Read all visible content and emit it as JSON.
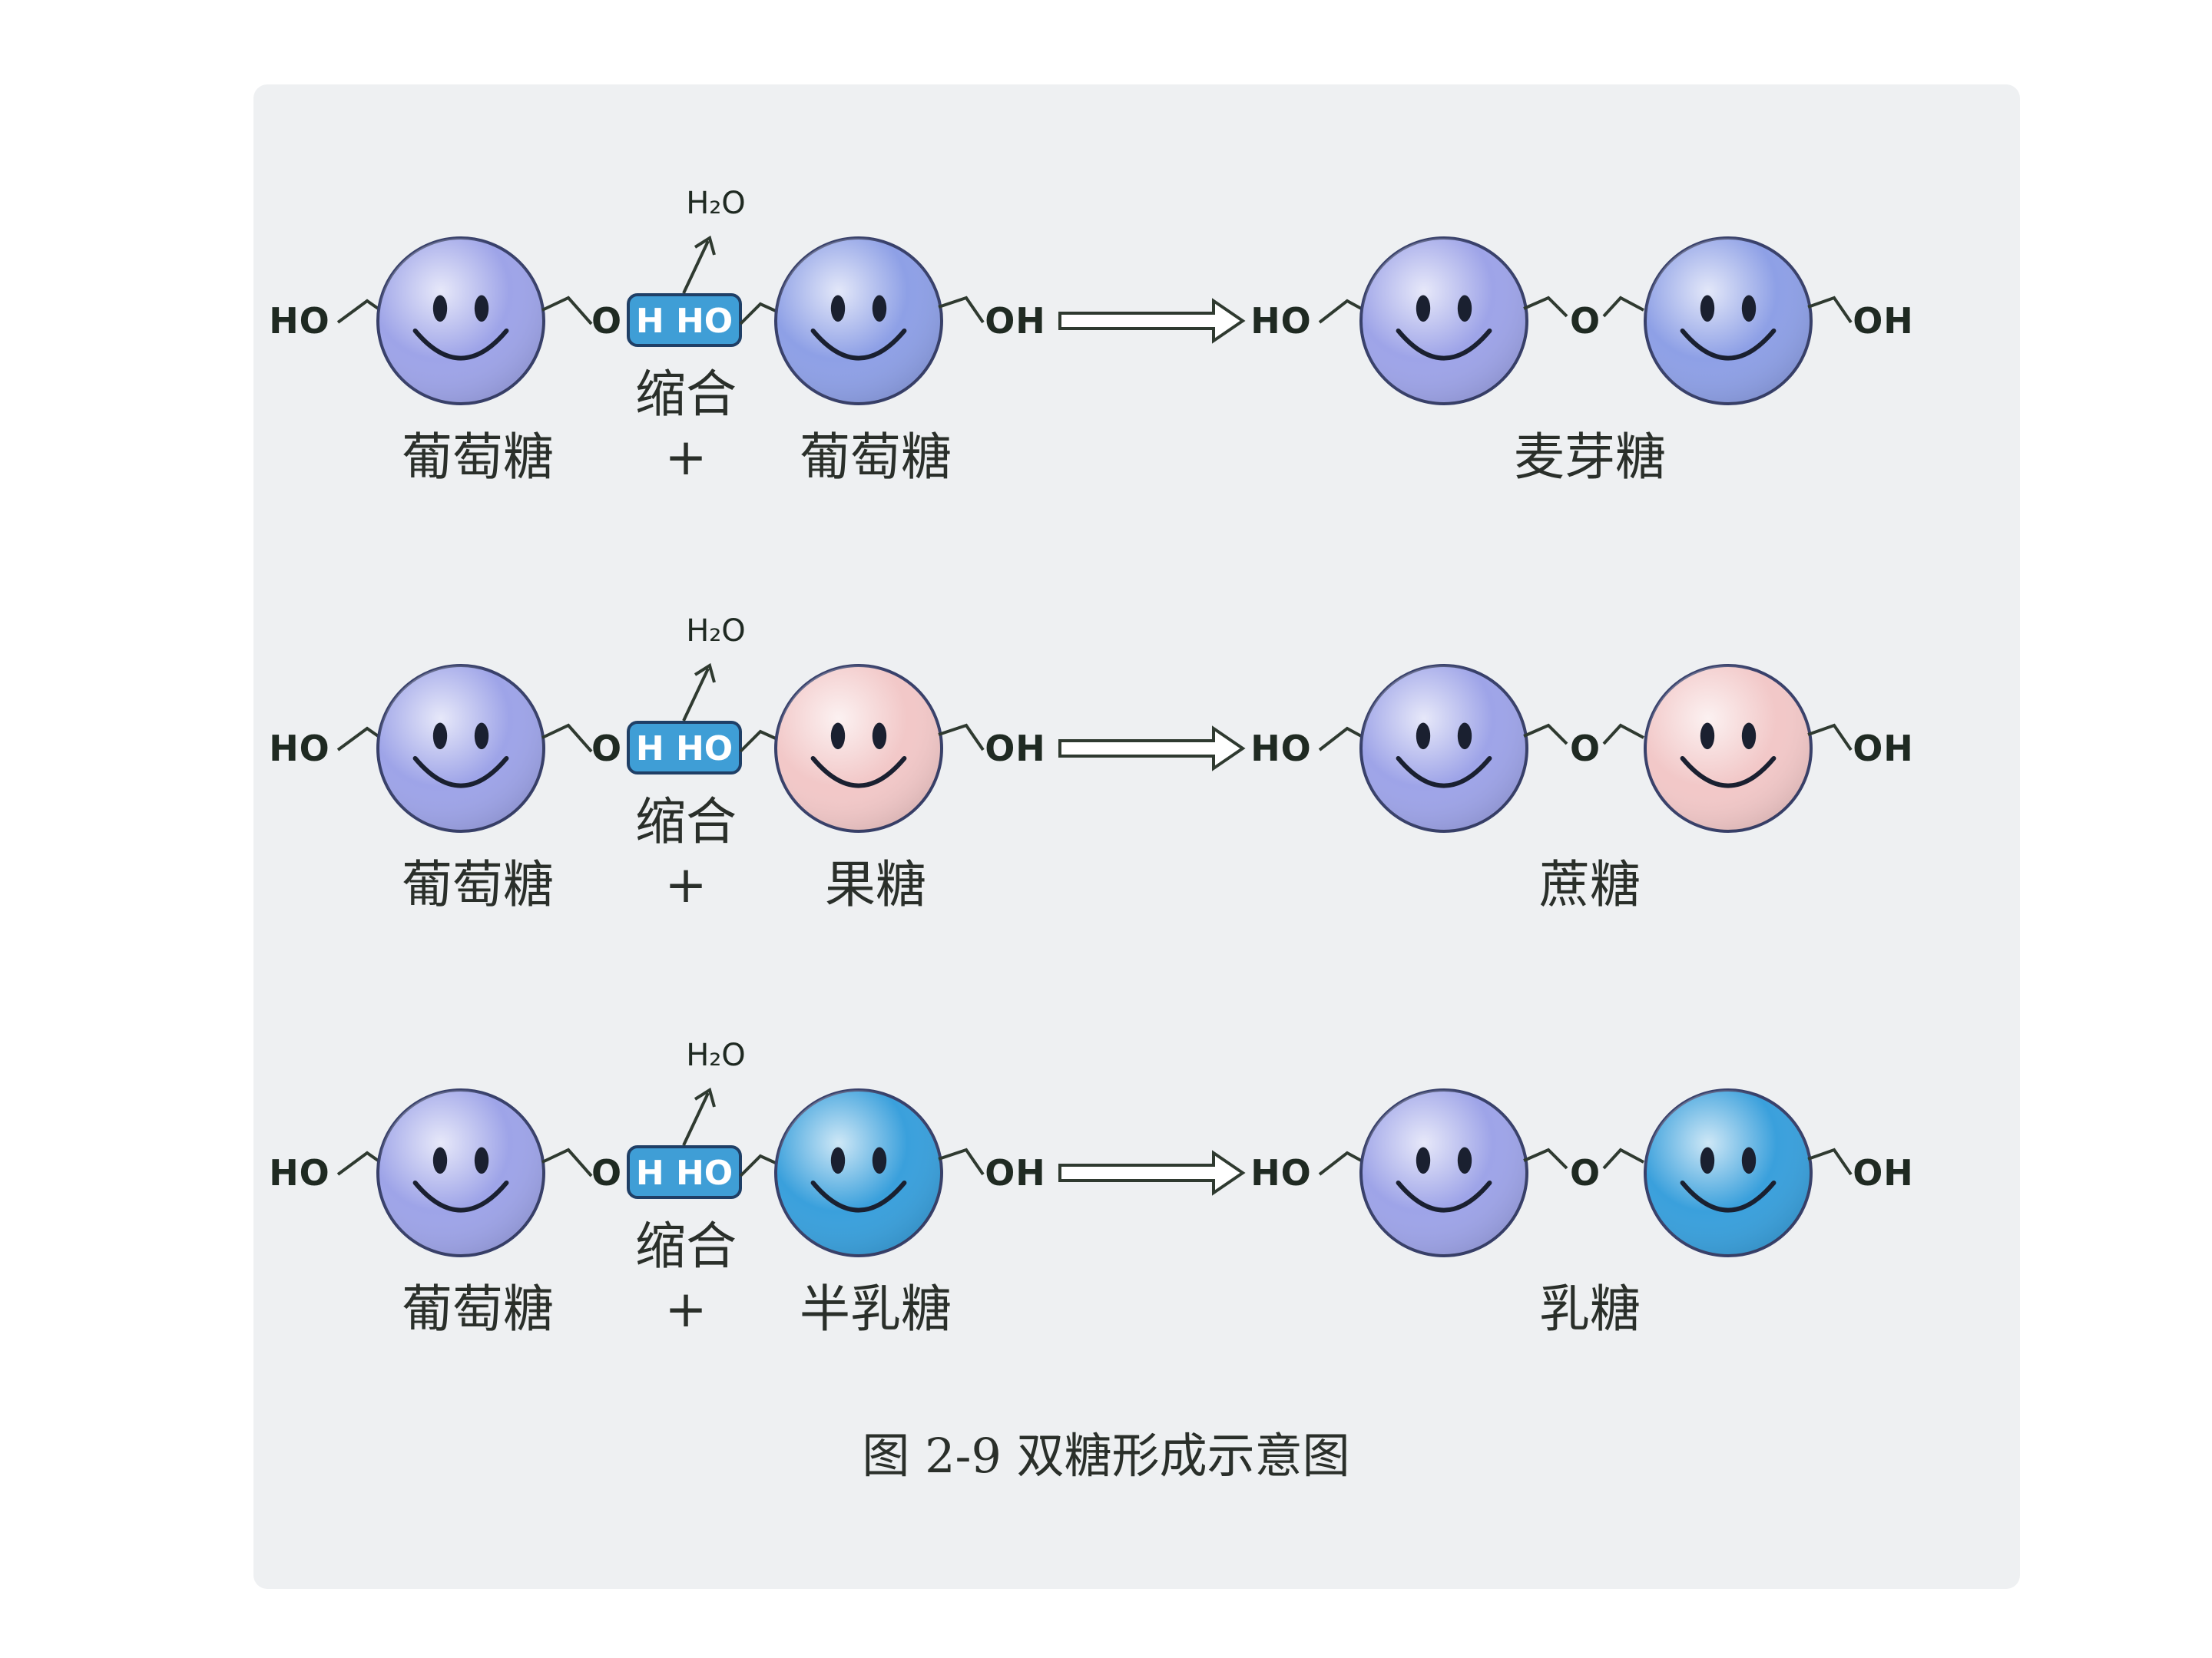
{
  "reactions": [
    {
      "left_group": "HO",
      "linker_o": "O",
      "removed": "H HO",
      "released": "H₂O",
      "right_group": "OH",
      "process": "缩合",
      "plus": "+",
      "reactant_a": "葡萄糖",
      "reactant_b": "葡萄糖",
      "product": "麦芽糖",
      "product_left_group": "HO",
      "product_bridge": "O",
      "product_right_group": "OH",
      "colors": {
        "a": "#9ea4e8",
        "b": "#8ea0e6",
        "p1": "#9ea4e8",
        "p2": "#8ea0e6"
      }
    },
    {
      "left_group": "HO",
      "linker_o": "O",
      "removed": "H HO",
      "released": "H₂O",
      "right_group": "OH",
      "process": "缩合",
      "plus": "+",
      "reactant_a": "葡萄糖",
      "reactant_b": "果糖",
      "product": "蔗糖",
      "product_left_group": "HO",
      "product_bridge": "O",
      "product_right_group": "OH",
      "colors": {
        "a": "#9ea4e8",
        "b": "#f2c8c8",
        "p1": "#9ea4e8",
        "p2": "#f2c8c8"
      }
    },
    {
      "left_group": "HO",
      "linker_o": "O",
      "removed": "H HO",
      "released": "H₂O",
      "right_group": "OH",
      "process": "缩合",
      "plus": "+",
      "reactant_a": "葡萄糖",
      "reactant_b": "半乳糖",
      "product": "乳糖",
      "product_left_group": "HO",
      "product_bridge": "O",
      "product_right_group": "OH",
      "colors": {
        "a": "#9ea4e8",
        "b": "#3aa0dc",
        "p1": "#9ea4e8",
        "p2": "#3aa0dc"
      }
    }
  ],
  "caption": "图 2-9    双糖形成示意图"
}
